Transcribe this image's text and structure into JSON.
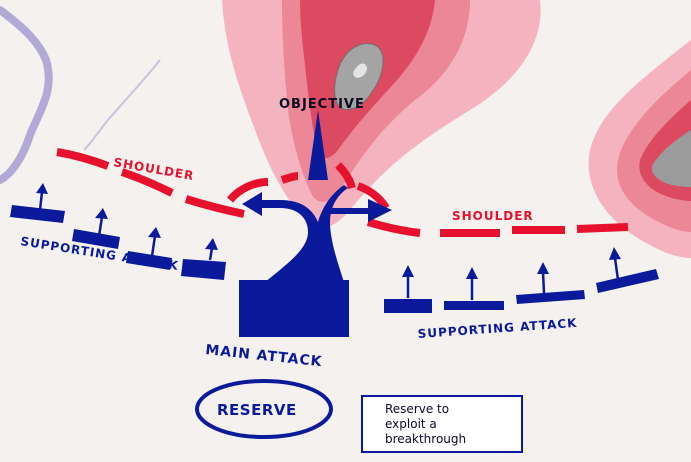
{
  "labels": {
    "objective": "OBJECTIVE",
    "shoulder_left": "SHOULDER",
    "shoulder_right": "SHOULDER",
    "supporting_left": "SUPPORTING ATTACK",
    "supporting_right": "SUPPORTING ATTACK",
    "main_attack": "MAIN ATTACK",
    "reserve": "RESERVE"
  },
  "note": {
    "line1": "Reserve to",
    "line2": "exploit a",
    "line3": "breakthrough"
  },
  "colors": {
    "attack_blue": "#0b1a9a",
    "shoulder_red": "#e8112d",
    "terrain_pink": "#f2a0ad",
    "terrain_red": "#e05a6e",
    "river": "#9b93cc",
    "summit_gray": "#9b9b9b"
  }
}
